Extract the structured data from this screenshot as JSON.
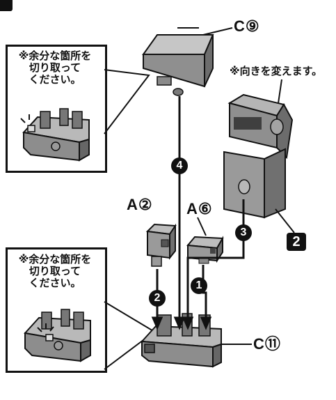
{
  "top_badge": "",
  "parts": {
    "c9": "C⑨",
    "c11": "C⑪",
    "a2": "A②",
    "a6": "A⑥"
  },
  "notes": {
    "rotate": "※向きを変えます。",
    "trim_top": [
      "※余分な箇所を",
      "切り取って",
      "ください。"
    ],
    "trim_bottom": [
      "※余分な箇所を",
      "切り取って",
      "ください。"
    ]
  },
  "steps": {
    "s1": "1",
    "s2": "2",
    "s3": "3",
    "s4": "4"
  },
  "subassembly_number": "2",
  "colors": {
    "part_gray": "#8f8f8f",
    "part_light": "#c3c3c3",
    "part_dark": "#5a5a5a",
    "ink": "#111111"
  }
}
